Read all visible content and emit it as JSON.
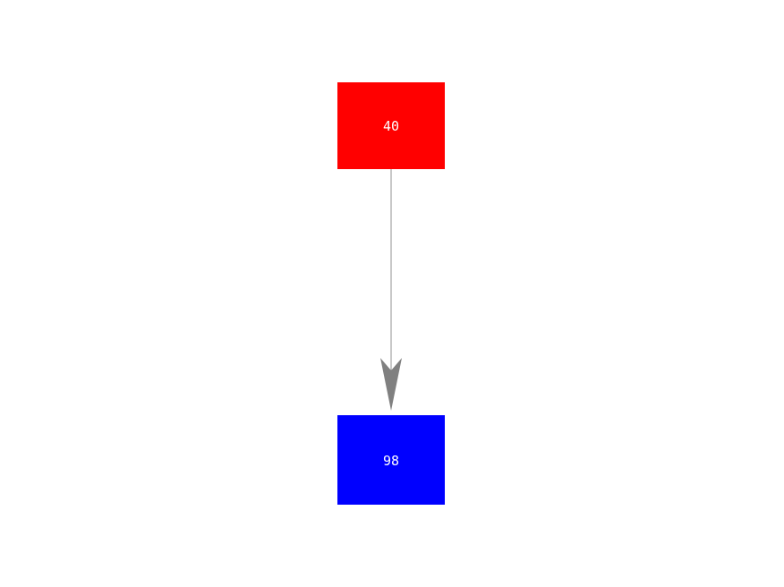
{
  "diagram": {
    "background_color": "#ffffff",
    "nodes": [
      {
        "id": "node-40",
        "label": "40",
        "fill_color": "#ff0000",
        "text_color": "#ffffff"
      },
      {
        "id": "node-98",
        "label": "98",
        "fill_color": "#0000ff",
        "text_color": "#ffffff"
      }
    ],
    "edge": {
      "from": "40",
      "to": "98",
      "line_color": "#909090",
      "arrowhead_color": "#808080",
      "direction": "down"
    }
  }
}
